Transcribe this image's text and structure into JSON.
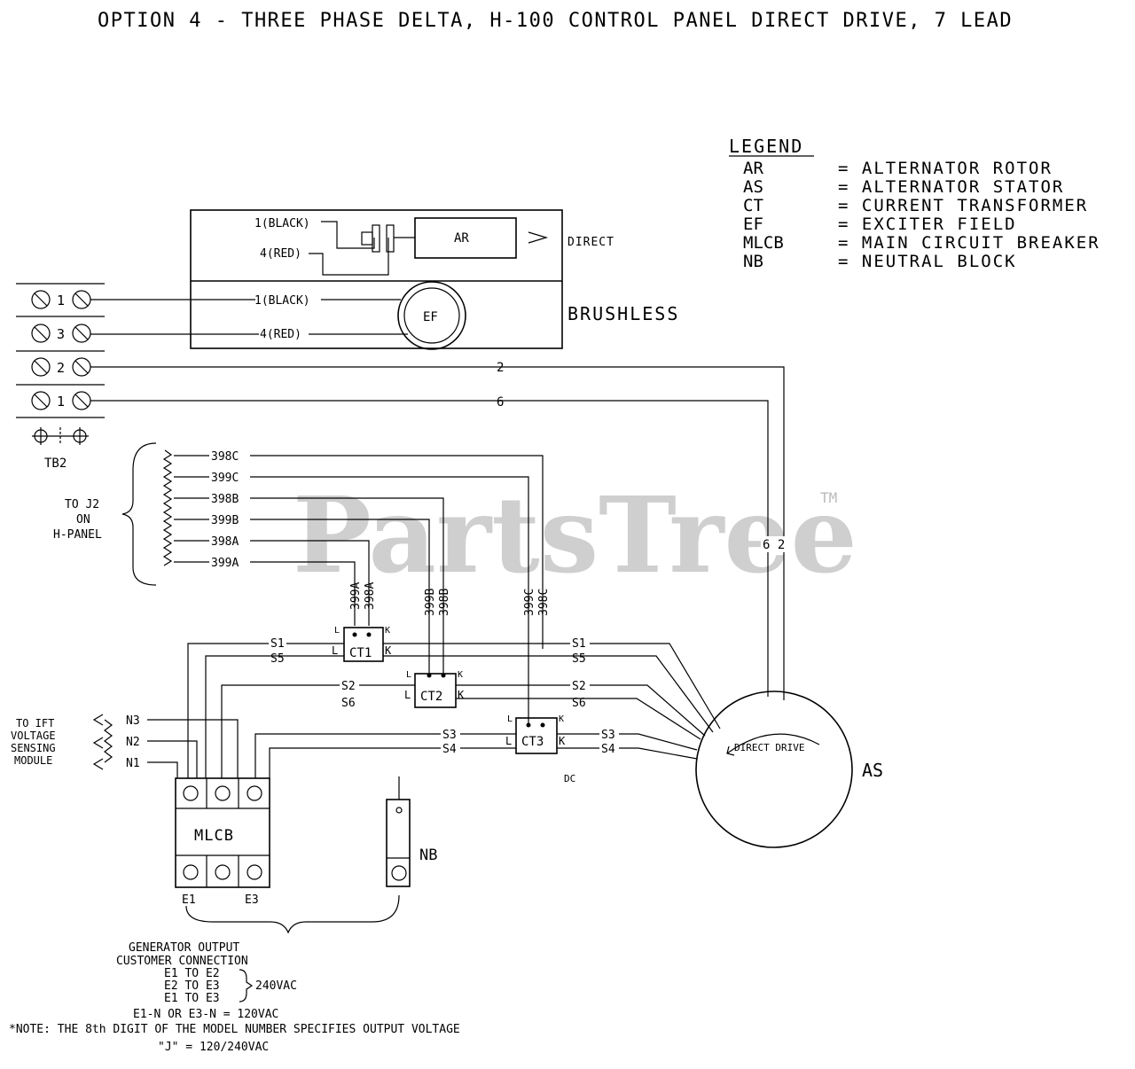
{
  "title": "OPTION 4 - THREE PHASE DELTA, H-100 CONTROL PANEL DIRECT DRIVE, 7 LEAD",
  "legend": {
    "heading": "LEGEND",
    "entries": [
      {
        "abbr": "AR",
        "desc": "= ALTERNATOR ROTOR"
      },
      {
        "abbr": "AS",
        "desc": "= ALTERNATOR STATOR"
      },
      {
        "abbr": "CT",
        "desc": "= CURRENT TRANSFORMER"
      },
      {
        "abbr": "EF",
        "desc": "= EXCITER FIELD"
      },
      {
        "abbr": "MLCB",
        "desc": "= MAIN CIRCUIT BREAKER"
      },
      {
        "abbr": "NB",
        "desc": "= NEUTRAL BLOCK"
      }
    ]
  },
  "rotor": {
    "direct_label": "DIRECT",
    "brushless_label": "BRUSHLESS",
    "ar_label": "AR",
    "ef_label": "EF",
    "lead_1_black": "1(BLACK)",
    "lead_4_red": "4(RED)"
  },
  "tb2": {
    "label": "TB2",
    "terminals": [
      "1",
      "3",
      "2",
      "1"
    ]
  },
  "wires": {
    "w2": "2",
    "w6": "6",
    "w62": "6 2"
  },
  "j2": {
    "label_lines": [
      "TO J2",
      "ON",
      "H-PANEL"
    ],
    "leads": [
      "398C",
      "399C",
      "398B",
      "399B",
      "398A",
      "399A"
    ]
  },
  "ct": {
    "ct1": "CT1",
    "ct2": "CT2",
    "ct3": "CT3",
    "l": "L",
    "k": "K",
    "vert_a": [
      "399A",
      "398A"
    ],
    "vert_b": [
      "399B",
      "398B"
    ],
    "vert_c": [
      "399C",
      "398C"
    ],
    "s_left": {
      "s1": "S1",
      "s5": "S5",
      "s2": "S2",
      "s6": "S6",
      "s3": "S3",
      "s4": "S4"
    },
    "s_right": {
      "s1": "S1",
      "s5": "S5",
      "s2": "S2",
      "s6": "S6",
      "s3": "S3",
      "s4": "S4"
    },
    "dc": "DC"
  },
  "sensing": {
    "label_lines": [
      "TO IFT",
      "VOLTAGE",
      "SENSING",
      "MODULE"
    ],
    "n_leads": [
      "N3",
      "N2",
      "N1"
    ]
  },
  "mlcb": {
    "label": "MLCB",
    "e1": "E1",
    "e3": "E3"
  },
  "nb": {
    "label": "NB"
  },
  "stator": {
    "label": "AS",
    "arrow_label": "DIRECT DRIVE"
  },
  "output": {
    "lines": [
      "GENERATOR OUTPUT",
      "CUSTOMER CONNECTION",
      "E1 TO E2",
      "E2 TO E3",
      "E1 TO E3"
    ],
    "voltage": "240VAC",
    "neutral_line": "E1-N OR E3-N = 120VAC",
    "note": "*NOTE: THE 8th DIGIT OF THE MODEL NUMBER SPECIFIES OUTPUT VOLTAGE",
    "note2": "\"J\" = 120/240VAC"
  },
  "watermark": {
    "text": "PartsTree",
    "tm": "TM"
  }
}
